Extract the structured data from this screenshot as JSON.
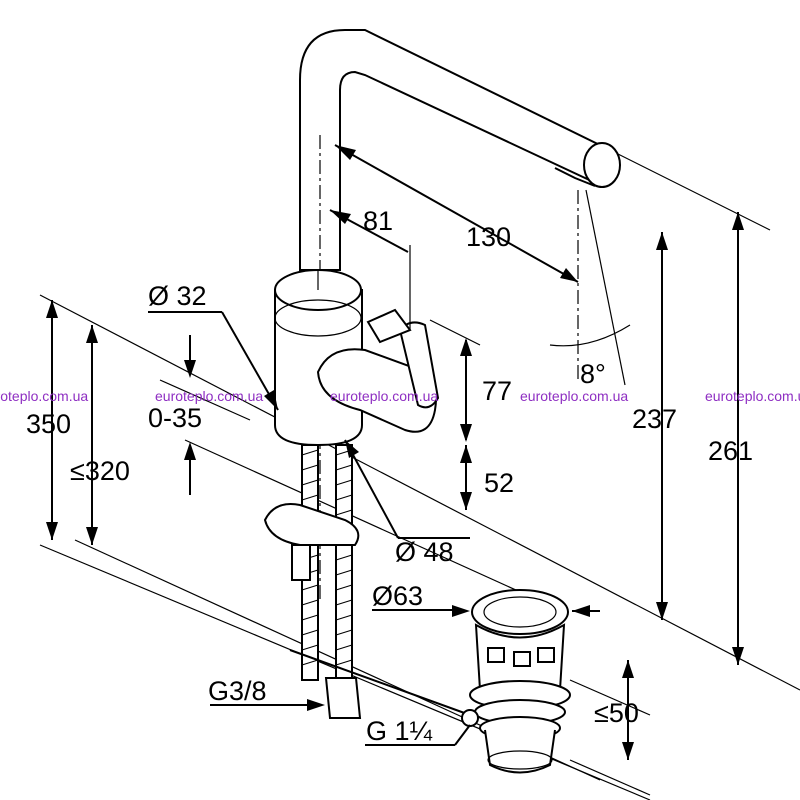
{
  "watermark": "euroteplo.com.ua",
  "dimensions": {
    "spout_reach": "130",
    "lever_offset": "81",
    "body_diameter": "Ø 32",
    "base_diameter": "Ø 48",
    "total_height": "350",
    "max_height": "≤320",
    "countertop_thickness": "0-35",
    "lever_height": "77",
    "base_height": "52",
    "spout_height": "237",
    "top_height": "261",
    "spout_angle": "8°",
    "connection_thread": "G3/8",
    "drain_diameter": "Ø63",
    "drain_height": "≤50",
    "drain_thread": "G 1¼"
  }
}
